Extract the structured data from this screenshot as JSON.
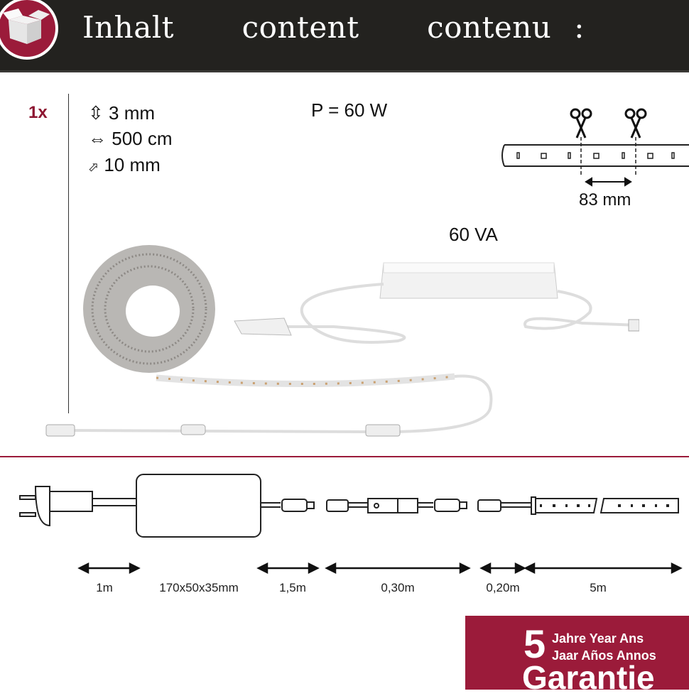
{
  "header": {
    "title": "Inhalt   content   contenu :",
    "icon": "open-box-icon"
  },
  "quantity": "1x",
  "specs": [
    {
      "icon": "height-arrow-icon",
      "symbol": "⇳",
      "value": "3 mm"
    },
    {
      "icon": "length-arrow-icon",
      "symbol": "⇔",
      "value": "500 cm"
    },
    {
      "icon": "width-arrow-icon",
      "symbol": "⬀",
      "value": "10 mm"
    }
  ],
  "power": "P = 60 W",
  "driver_rating": "60 VA",
  "cut_interval": "83 mm",
  "dimensions": [
    "1m",
    "170x50x35mm",
    "1,5m",
    "0,30m",
    "0,20m",
    "5m"
  ],
  "guarantee": {
    "years": "5",
    "line1": "Jahre Year Ans",
    "line2": "Jaar Años Annos",
    "label": "Garantie"
  },
  "colors": {
    "accent": "#9b1b3a",
    "header": "#23221f"
  }
}
